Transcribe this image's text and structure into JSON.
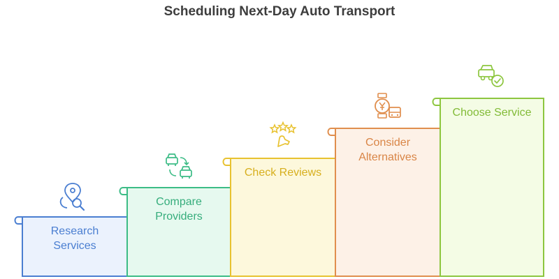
{
  "title": "Scheduling Next-Day Auto Transport",
  "steps": [
    {
      "lines": [
        "Research",
        "Services"
      ],
      "icon": "map-search-icon",
      "stroke": "#4a7ed1",
      "fill": "#ebf2fd",
      "text": "#4a7ed1"
    },
    {
      "lines": [
        "Compare",
        "Providers"
      ],
      "icon": "cars-exchange-icon",
      "stroke": "#3cbc86",
      "fill": "#e6f9ef",
      "text": "#36ad7c"
    },
    {
      "lines": [
        "Check Reviews"
      ],
      "icon": "stars-review-icon",
      "stroke": "#e8c230",
      "fill": "#fdf8dc",
      "text": "#d7af1e"
    },
    {
      "lines": [
        "Consider",
        "Alternatives"
      ],
      "icon": "watch-bus-icon",
      "stroke": "#e08e4d",
      "fill": "#fdf1e7",
      "text": "#d98546"
    },
    {
      "lines": [
        "Choose Service"
      ],
      "icon": "car-check-icon",
      "stroke": "#8dc63f",
      "fill": "#f4fce5",
      "text": "#82bb37"
    }
  ]
}
